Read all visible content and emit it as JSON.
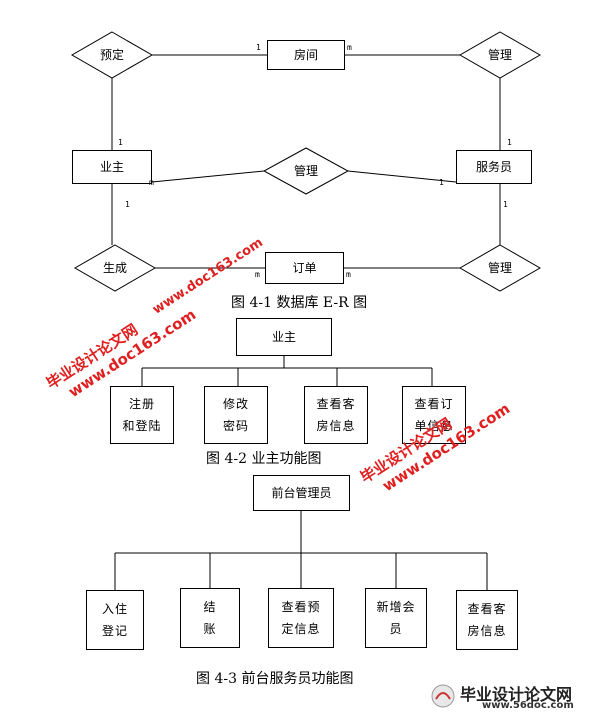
{
  "er": {
    "room": "房间",
    "owner": "业主",
    "attendant": "服务员",
    "order": "订单",
    "rel_book": "预定",
    "rel_manage_top": "管理",
    "rel_manage_mid": "管理",
    "rel_generate": "生成",
    "rel_manage_bottom": "管理",
    "mult_1": "1",
    "mult_m": "m"
  },
  "captions": {
    "fig1": "图 4-1  数据库 E-R 图",
    "fig2": "图 4-2 业主功能图",
    "fig3": "图 4-3 前台服务员功能图"
  },
  "owner_func": {
    "root": "业主",
    "children": [
      "注册\n和登陆",
      "修改\n密码",
      "查看客\n房信息",
      "查看订\n单信息"
    ]
  },
  "desk_func": {
    "root": "前台管理员",
    "children": [
      "入住\n登记",
      "结\n账",
      "查看预\n定信息",
      "新增会\n员",
      "查看客\n房信息"
    ]
  },
  "watermark": {
    "line1": "毕业设计论文网",
    "line2": "www.doc163.com",
    "logo_text": "毕业设计论文网",
    "logo_url": "www.56doc.com"
  }
}
